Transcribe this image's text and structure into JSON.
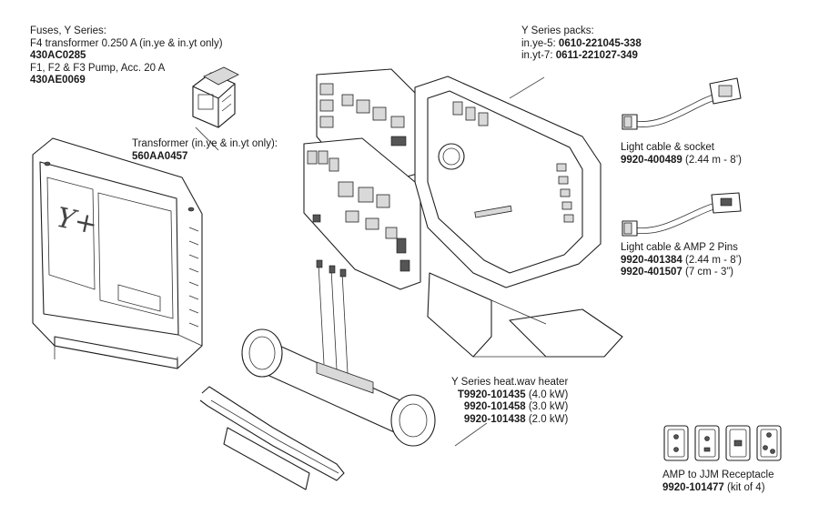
{
  "fuses": {
    "heading": "Fuses, Y Series:",
    "f4_desc": "F4 transformer 0.250 A (in.ye & in.yt only)",
    "f4_part": "430AC0285",
    "f123_desc": "F1, F2 & F3 Pump, Acc. 20 A",
    "f123_part": "430AE0069"
  },
  "transformer": {
    "desc": "Transformer (in.ye & in.yt only):",
    "part": "560AA0457"
  },
  "packs": {
    "heading": "Y Series packs:",
    "ye5_label": "in.ye-5: ",
    "ye5_part": "0610-221045-338",
    "yt7_label": "in.yt-7: ",
    "yt7_part": "0611-221027-349"
  },
  "light_socket": {
    "desc": "Light cable & socket",
    "part": "9920-400489",
    "spec": " (2.44 m - 8’)"
  },
  "light_amp": {
    "desc": "Light cable & AMP 2 Pins",
    "part1": "9920-401384",
    "spec1": " (2.44 m - 8’)",
    "part2": "9920-401507",
    "spec2": " (7 cm - 3”)"
  },
  "heater": {
    "heading": "Y Series heat.wav heater",
    "part1": "T9920-101435",
    "spec1": " (4.0 kW)",
    "part2": "9920-101458",
    "spec2": " (3.0 kW)",
    "part3": "9920-101438",
    "spec3": " (2.0 kW)"
  },
  "receptacle": {
    "desc": "AMP to JJM Receptacle",
    "part": "9920-101477",
    "spec": " (kit of 4)"
  },
  "cover_logo": "Y+"
}
